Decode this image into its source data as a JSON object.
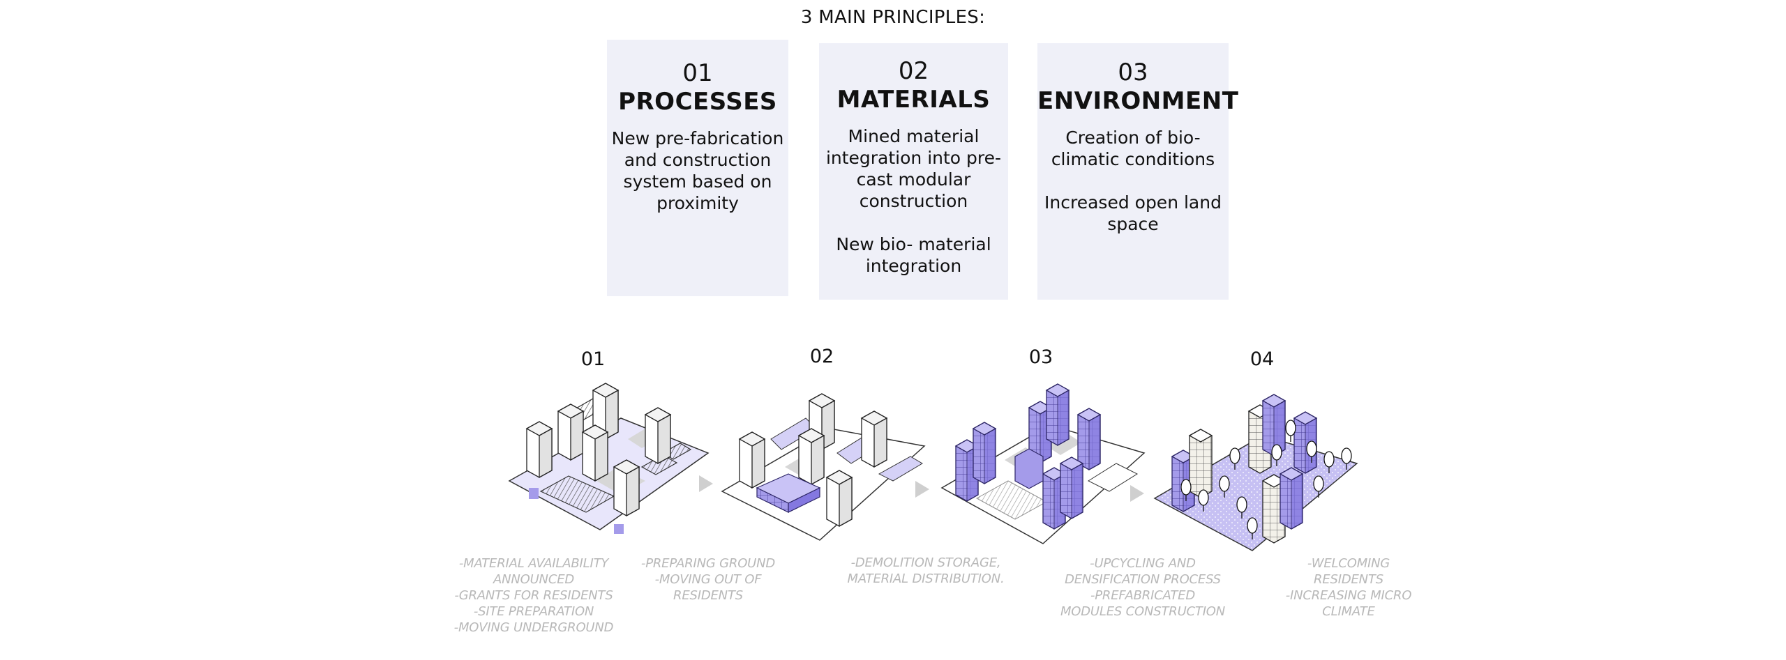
{
  "title": "3 MAIN PRINCIPLES:",
  "principles": [
    {
      "number": "01",
      "name": "PROCESSES",
      "description": "New pre-fabrication and construction system based on proximity",
      "extra": ""
    },
    {
      "number": "02",
      "name": "MATERIALS",
      "description": "Mined material integration into pre-cast modular construction",
      "extra": "New bio- material integration"
    },
    {
      "number": "03",
      "name": "ENVIRONMENT",
      "description": "Creation of bio-climatic conditions",
      "extra": "Increased open land space"
    }
  ],
  "steps": [
    {
      "number": "01"
    },
    {
      "number": "02"
    },
    {
      "number": "03"
    },
    {
      "number": "04"
    }
  ],
  "captions": [
    "-MATERIAL AVAILABILITY\nANNOUNCED\n-GRANTS FOR RESIDENTS\n-SITE PREPARATION\n-MOVING UNDERGROUND",
    "-PREPARING GROUND\n-MOVING OUT OF\nRESIDENTS",
    "-DEMOLITION STORAGE,\nMATERIAL DISTRIBUTION.",
    "-UPCYCLING AND\nDENSIFICATION PROCESS\n-PREFABRICATED\nMODULES CONSTRUCTION",
    "-WELCOMING\nRESIDENTS\n-INCREASING MICRO\nCLIMATE"
  ],
  "colors": {
    "card_background": "#eff0f8",
    "accent_purple": "#a49bea",
    "light_purple": "#d5d1f7",
    "caption_gray": "#b8b8b8"
  }
}
